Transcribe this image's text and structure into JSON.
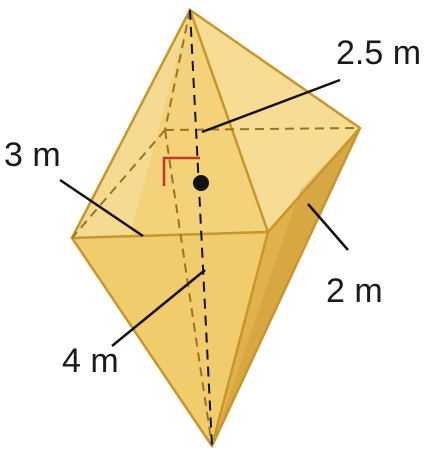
{
  "figure": {
    "labels": {
      "upper_height": "2.5 m",
      "lower_height": "4 m",
      "base_length": "3 m",
      "base_width": "2 m"
    },
    "colors": {
      "face_light": "#f6d98a",
      "face_mid": "#ecc55f",
      "face_dark": "#d8a73a",
      "edge": "#c99a2e",
      "hidden_edge": "#9a7420",
      "right_angle_mark": "#c0392b",
      "leader": "#111111"
    }
  }
}
